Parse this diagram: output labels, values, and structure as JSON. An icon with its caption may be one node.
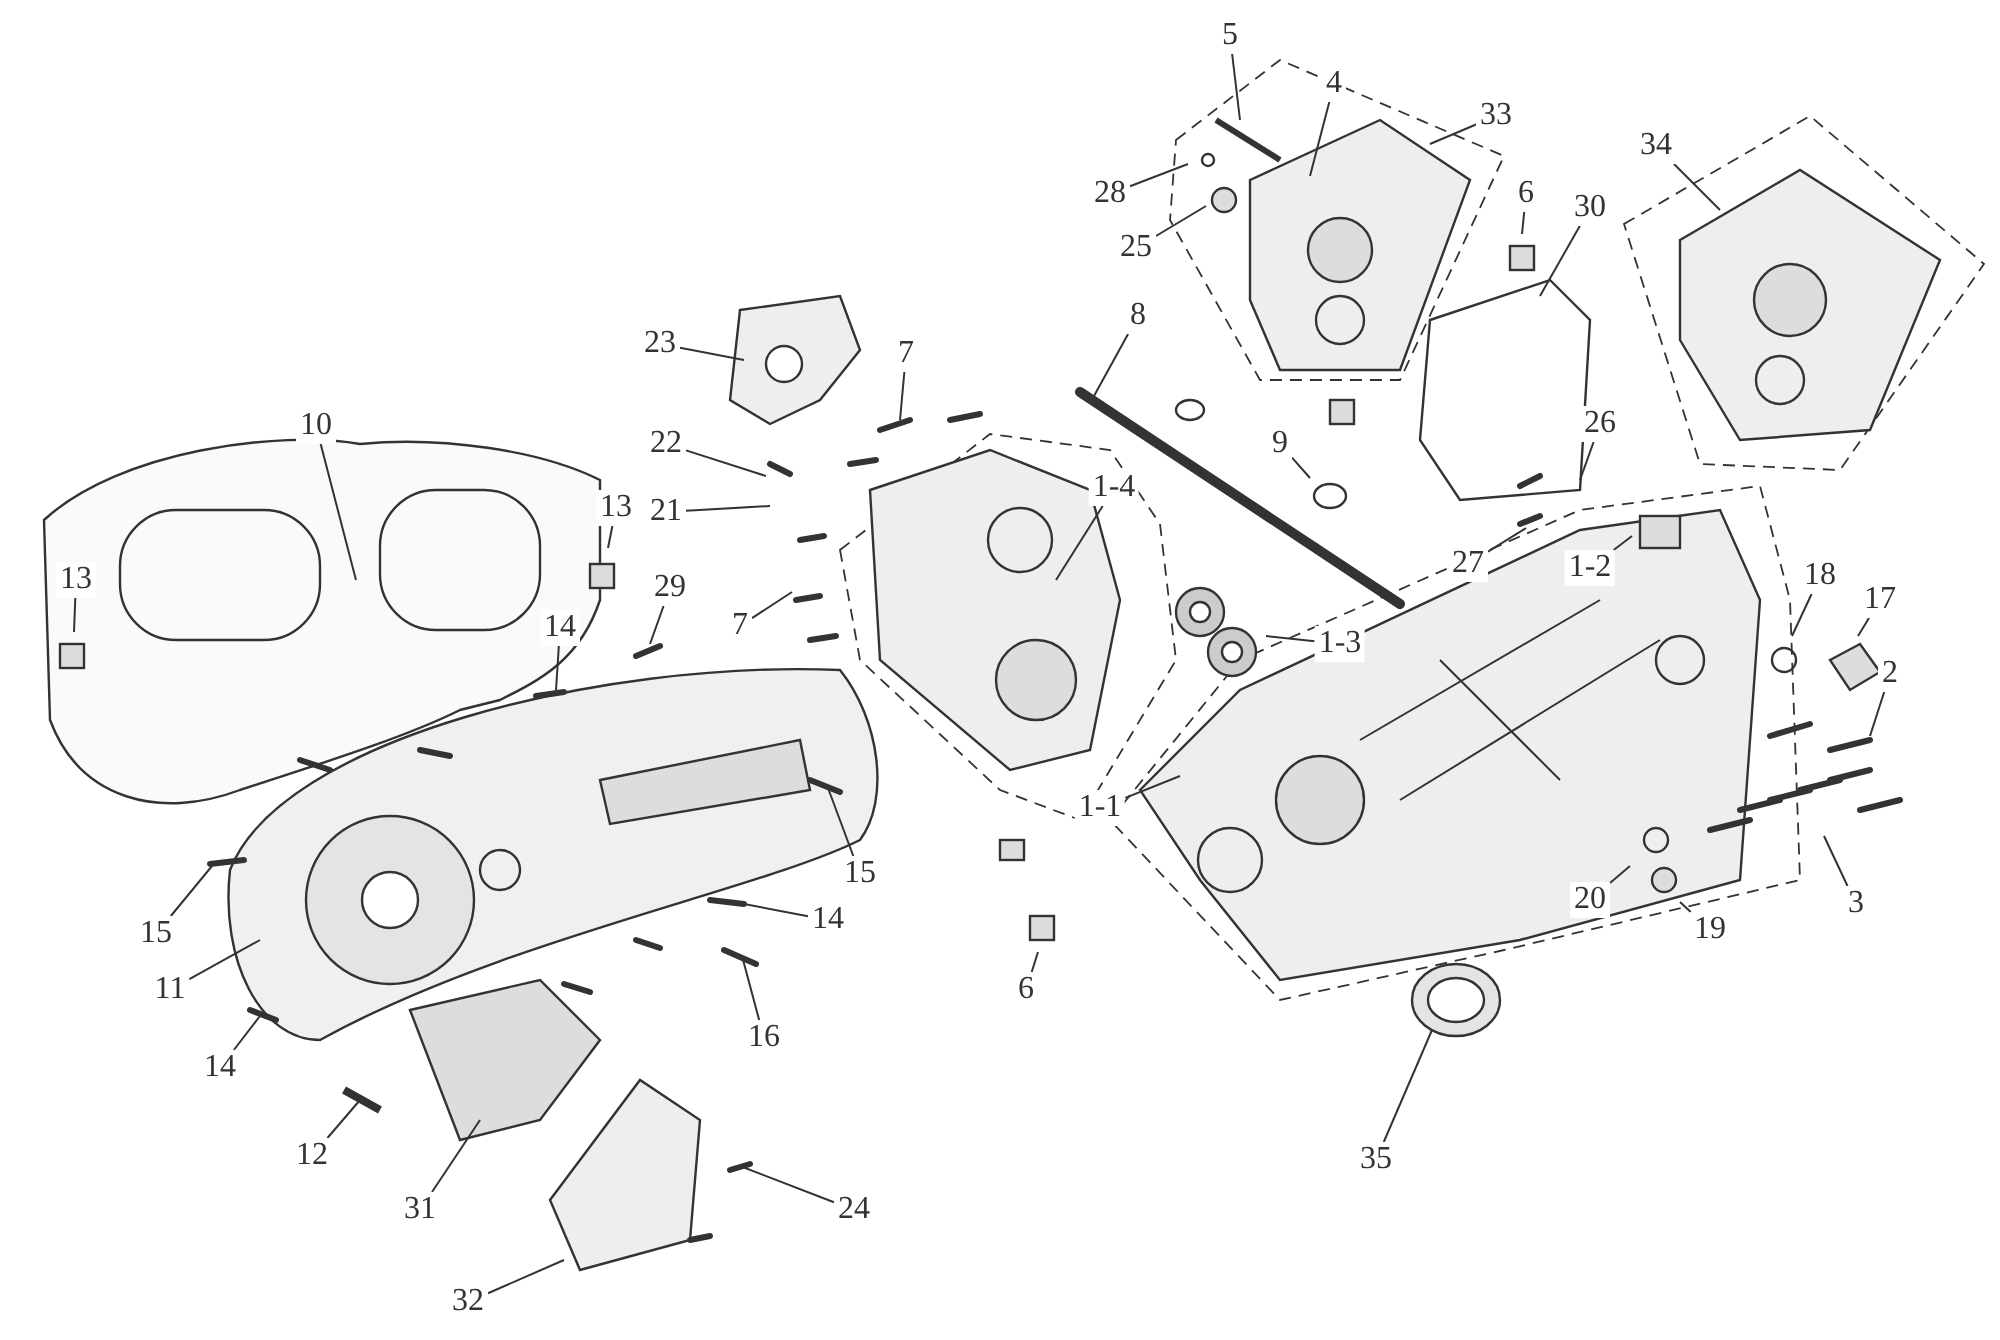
{
  "diagram": {
    "nodes": [
      {
        "text": [
          "5"
        ]
      },
      {
        "text": [
          "4"
        ]
      },
      {
        "text": [
          "33"
        ]
      },
      {
        "text": [
          "34"
        ]
      },
      {
        "text": [
          "28"
        ]
      },
      {
        "text": [
          "25"
        ]
      },
      {
        "text": [
          "6"
        ]
      },
      {
        "text": [
          "30"
        ]
      },
      {
        "text": [
          "8"
        ]
      },
      {
        "text": [
          "9"
        ]
      },
      {
        "text": [
          "26"
        ]
      },
      {
        "text": [
          "27"
        ]
      },
      {
        "text": [
          "1-2"
        ]
      },
      {
        "text": [
          "23"
        ]
      },
      {
        "text": [
          "7"
        ]
      },
      {
        "text": [
          "22"
        ]
      },
      {
        "text": [
          "21"
        ]
      },
      {
        "text": [
          "7"
        ]
      },
      {
        "text": [
          "10"
        ]
      },
      {
        "text": [
          "13"
        ]
      },
      {
        "text": [
          "13"
        ]
      },
      {
        "text": [
          "29"
        ]
      },
      {
        "text": [
          "14"
        ]
      },
      {
        "text": [
          "1-4"
        ]
      },
      {
        "text": [
          "1-3"
        ]
      },
      {
        "text": [
          "1-1"
        ]
      },
      {
        "text": [
          "18"
        ]
      },
      {
        "text": [
          "17"
        ]
      },
      {
        "text": [
          "2"
        ]
      },
      {
        "text": [
          "15"
        ]
      },
      {
        "text": [
          "15"
        ]
      },
      {
        "text": [
          "11"
        ]
      },
      {
        "text": [
          "14"
        ]
      },
      {
        "text": [
          "16"
        ]
      },
      {
        "text": [
          "14"
        ]
      },
      {
        "text": [
          "12"
        ]
      },
      {
        "text": [
          "6"
        ]
      },
      {
        "text": [
          "20"
        ]
      },
      {
        "text": [
          "19"
        ]
      },
      {
        "text": [
          "3"
        ]
      },
      {
        "text": [
          "35"
        ]
      },
      {
        "text": [
          "31"
        ]
      },
      {
        "text": [
          "24"
        ]
      },
      {
        "text": [
          "32"
        ]
      }
    ],
    "edges": [
      {
        "from": 0,
        "to": null,
        "arrow": "none"
      },
      {
        "from": 1,
        "to": null,
        "arrow": "none"
      },
      {
        "from": 2,
        "to": null,
        "arrow": "none"
      },
      {
        "from": 3,
        "to": null,
        "arrow": "none"
      },
      {
        "from": 4,
        "to": null,
        "arrow": "none"
      },
      {
        "from": 5,
        "to": null,
        "arrow": "none"
      },
      {
        "from": 6,
        "to": null,
        "arrow": "none"
      },
      {
        "from": 7,
        "to": null,
        "arrow": "none"
      },
      {
        "from": 8,
        "to": null,
        "arrow": "none"
      },
      {
        "from": 9,
        "to": null,
        "arrow": "none"
      },
      {
        "from": 10,
        "to": null,
        "arrow": "none"
      },
      {
        "from": 11,
        "to": null,
        "arrow": "none"
      },
      {
        "from": 12,
        "to": null,
        "arrow": "none"
      },
      {
        "from": 13,
        "to": null,
        "arrow": "none"
      },
      {
        "from": 14,
        "to": null,
        "arrow": "none"
      },
      {
        "from": 15,
        "to": null,
        "arrow": "none"
      },
      {
        "from": 16,
        "to": null,
        "arrow": "none"
      },
      {
        "from": 17,
        "to": null,
        "arrow": "none"
      },
      {
        "from": 18,
        "to": null,
        "arrow": "none"
      },
      {
        "from": 19,
        "to": null,
        "arrow": "none"
      },
      {
        "from": 20,
        "to": null,
        "arrow": "none"
      },
      {
        "from": 21,
        "to": null,
        "arrow": "none"
      },
      {
        "from": 22,
        "to": null,
        "arrow": "none"
      },
      {
        "from": 23,
        "to": null,
        "arrow": "none"
      },
      {
        "from": 24,
        "to": null,
        "arrow": "none"
      },
      {
        "from": 25,
        "to": null,
        "arrow": "none"
      },
      {
        "from": 26,
        "to": null,
        "arrow": "none"
      },
      {
        "from": 27,
        "to": null,
        "arrow": "none"
      },
      {
        "from": 28,
        "to": null,
        "arrow": "none"
      },
      {
        "from": 29,
        "to": null,
        "arrow": "none"
      },
      {
        "from": 30,
        "to": null,
        "arrow": "none"
      },
      {
        "from": 31,
        "to": null,
        "arrow": "none"
      },
      {
        "from": 32,
        "to": null,
        "arrow": "none"
      },
      {
        "from": 33,
        "to": null,
        "arrow": "none"
      },
      {
        "from": 34,
        "to": null,
        "arrow": "none"
      },
      {
        "from": 35,
        "to": null,
        "arrow": "none"
      },
      {
        "from": 36,
        "to": null,
        "arrow": "none"
      },
      {
        "from": 37,
        "to": null,
        "arrow": "none"
      },
      {
        "from": 38,
        "to": null,
        "arrow": "none"
      },
      {
        "from": 39,
        "to": null,
        "arrow": "none"
      },
      {
        "from": 40,
        "to": null,
        "arrow": "none"
      },
      {
        "from": 41,
        "to": null,
        "arrow": "none"
      },
      {
        "from": 42,
        "to": null,
        "arrow": "none"
      },
      {
        "from": 43,
        "to": null,
        "arrow": "none"
      }
    ]
  }
}
